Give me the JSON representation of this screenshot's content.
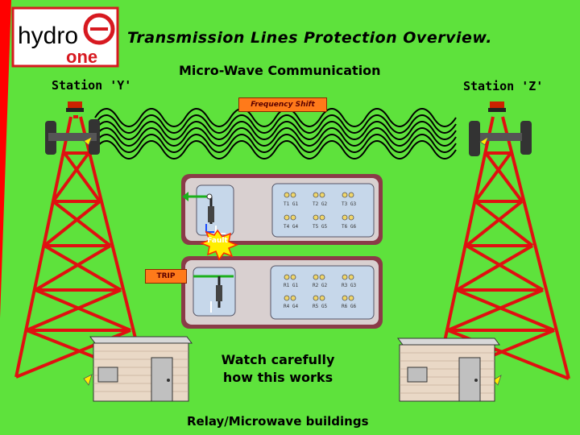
{
  "title": "Transmission Lines Protection Overview.",
  "subtitle": "Micro-Wave Communication",
  "station_left": "Station 'Y'",
  "station_right": "Station 'Z'",
  "frequency_label": "Frequency Shift",
  "trip_label": "TRIP",
  "fault_label": "Fault",
  "watch_text": "Watch carefully how this works",
  "relay_text": "Relay/Microwave buildings",
  "logo": {
    "line1": "hydro",
    "line2": "one"
  },
  "top_panel_lights": [
    "T1 G1",
    "T2 G2",
    "T3 G3",
    "T4 G4",
    "T5 G5",
    "T6 G6"
  ],
  "bottom_panel_lights": [
    "R1 G1",
    "R2 G2",
    "R3 G3",
    "R4 G4",
    "R5 G5",
    "R6 G6"
  ],
  "colors": {
    "background": "#5ee23c",
    "tower": "#e01010",
    "brand_red": "#d71920",
    "label_orange": "#ff7a1a"
  }
}
